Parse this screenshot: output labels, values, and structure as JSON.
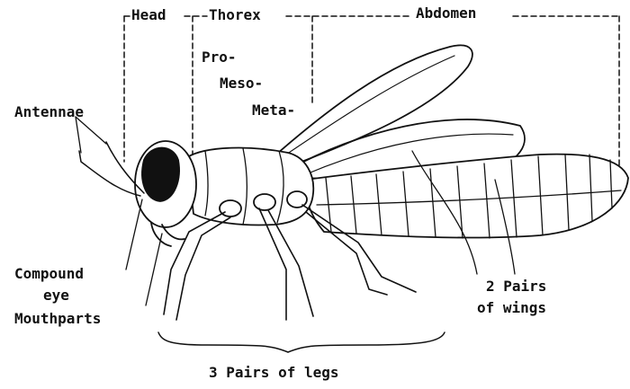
{
  "diagram": {
    "colors": {
      "ink": "#111111",
      "background": "#ffffff"
    },
    "regions": {
      "head": "Head",
      "thorax": "Thorex",
      "abdomen": "Abdomen"
    },
    "thorax_segments": {
      "pro": "Pro-",
      "meso": "Meso-",
      "meta": "Meta-"
    },
    "labels": {
      "antennae": "Antennae",
      "compound_eye_line1": "Compound",
      "compound_eye_line2": "eye",
      "mouthparts": "Mouthparts",
      "wings_line1": "2 Pairs",
      "wings_line2": "of wings",
      "legs": "3 Pairs of legs"
    }
  }
}
